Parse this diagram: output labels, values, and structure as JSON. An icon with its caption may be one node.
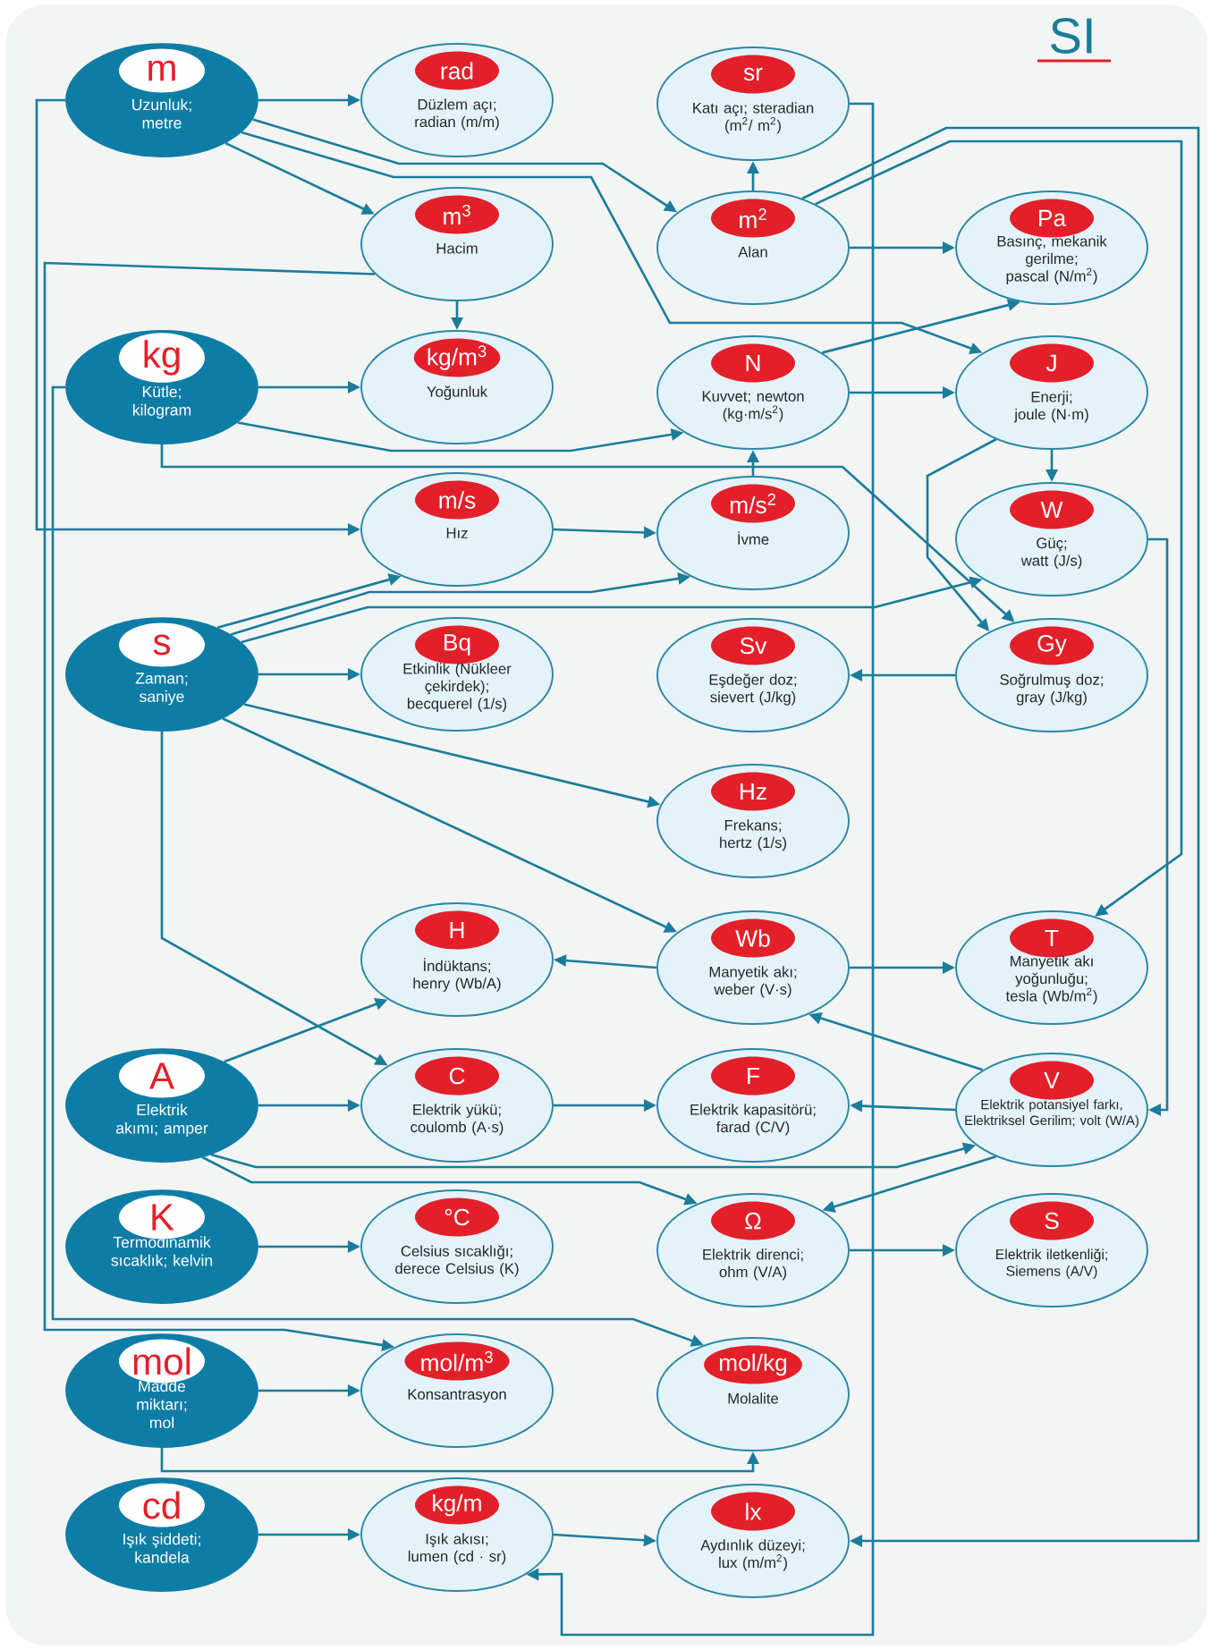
{
  "diagram": {
    "title": "SI",
    "nodes": [
      {
        "text": [
          "m",
          "Uzunluk; metre"
        ]
      },
      {
        "text": [
          "rad",
          "Düzlem açı; radian (m/m)"
        ]
      },
      {
        "text": [
          "sr",
          "Katı açı; steradian (m$^{2}$/ m$^{2}$)"
        ]
      },
      {
        "text": [
          "m$^{3}$",
          "Hacim"
        ]
      },
      {
        "text": [
          "m$^{2}$",
          "Alan"
        ]
      },
      {
        "text": [
          "Pa",
          "Basınç, mekanik gerilme; pascal (N/m$^{2}$)"
        ]
      },
      {
        "text": [
          "kg",
          "Kütle; kilogram"
        ]
      },
      {
        "text": [
          "kg/m$^{3}$",
          "Yoğunluk"
        ]
      },
      {
        "text": [
          "N",
          "Kuvvet; newton (kg·m/s$^{2}$)"
        ]
      },
      {
        "text": [
          "J",
          "Enerji; joule (N·m)"
        ]
      },
      {
        "text": [
          "m/s",
          "Hız"
        ]
      },
      {
        "text": [
          "m/s$^{2}$",
          "İvme"
        ]
      },
      {
        "text": [
          "W",
          "Güç; watt (J/s)"
        ]
      },
      {
        "text": [
          "s",
          "Zaman; saniye"
        ]
      },
      {
        "text": [
          "Bq",
          "Etkinlik (Nükleer çekirdek); becquerel (1/s)"
        ]
      },
      {
        "text": [
          "Sv",
          "Eşdeğer doz; sievert (J/kg)"
        ]
      },
      {
        "text": [
          "Gy",
          "Soğrulmuş doz; gray (J/kg)"
        ]
      },
      {
        "text": [
          "Hz",
          "Frekans; hertz (1/s)"
        ]
      },
      {
        "text": [
          "H",
          "İndüktans; henry (Wb/A)"
        ]
      },
      {
        "text": [
          "Wb",
          "Manyetik akı; weber (V·s)"
        ]
      },
      {
        "text": [
          "T",
          "Manyetik akı yoğunluğu; tesla (Wb/m$^{2}$)"
        ]
      },
      {
        "text": [
          "A",
          "Elektrik akımı; amper"
        ]
      },
      {
        "text": [
          "C",
          "Elektrik yükü; coulomb (A·s)"
        ]
      },
      {
        "text": [
          "F",
          "Elektrik kapasitörü; farad (C/V)"
        ]
      },
      {
        "text": [
          "V",
          "Elektrik potansiyel farkı, Elektriksel Gerilim; volt (W/A)"
        ]
      },
      {
        "text": [
          "K",
          "Termodinamik sıcaklık; kelvin"
        ]
      },
      {
        "text": [
          "°C",
          "Celsius sıcaklığı; derece Celsius (K)"
        ]
      },
      {
        "text": [
          "Ω",
          "Elektrik direnci; ohm (V/A)"
        ]
      },
      {
        "text": [
          "S",
          "Elektrik iletkenliği; Siemens (A/V)"
        ]
      },
      {
        "text": [
          "mol",
          "Madde miktarı; mol"
        ]
      },
      {
        "text": [
          "mol/m$^{3}$",
          "Konsantrasyon"
        ]
      },
      {
        "text": [
          "mol/kg",
          "Molalite"
        ]
      },
      {
        "text": [
          "cd",
          "Işık şiddeti; kandela"
        ]
      },
      {
        "text": [
          "kg/m",
          "Işık akısı; lumen (cd · sr)"
        ]
      },
      {
        "text": [
          "lx",
          "Aydınlık düzeyi; lux (m/m$^{2}$)"
        ]
      }
    ],
    "edges": [
      {
        "from": 0,
        "to": 1,
        "arrow": "to"
      },
      {
        "from": 0,
        "to": 3,
        "arrow": "to"
      },
      {
        "from": 0,
        "to": 4,
        "arrow": "to"
      },
      {
        "from": 0,
        "to": 9,
        "arrow": "to"
      },
      {
        "from": 0,
        "to": 10,
        "arrow": "to"
      },
      {
        "from": 3,
        "to": 7,
        "arrow": "to"
      },
      {
        "from": 3,
        "to": 30,
        "arrow": "to"
      },
      {
        "from": 6,
        "to": 7,
        "arrow": "to"
      },
      {
        "from": 6,
        "to": 8,
        "arrow": "to"
      },
      {
        "from": 6,
        "to": 16,
        "arrow": "to"
      },
      {
        "from": 4,
        "to": 2,
        "arrow": "to"
      },
      {
        "from": 4,
        "to": 5,
        "arrow": "to"
      },
      {
        "from": 4,
        "to": 20,
        "arrow": "to"
      },
      {
        "from": 4,
        "to": 34,
        "arrow": "to"
      },
      {
        "from": 8,
        "to": 5,
        "arrow": "to"
      },
      {
        "from": 8,
        "to": 9,
        "arrow": "to"
      },
      {
        "from": 11,
        "to": 8,
        "arrow": "to"
      },
      {
        "from": 10,
        "to": 11,
        "arrow": "to"
      },
      {
        "from": 13,
        "to": 10,
        "arrow": "to"
      },
      {
        "from": 13,
        "to": 11,
        "arrow": "to"
      },
      {
        "from": 13,
        "to": 12,
        "arrow": "to"
      },
      {
        "from": 13,
        "to": 14,
        "arrow": "to"
      },
      {
        "from": 13,
        "to": 17,
        "arrow": "to"
      },
      {
        "from": 13,
        "to": 19,
        "arrow": "to"
      },
      {
        "from": 13,
        "to": 22,
        "arrow": "to"
      },
      {
        "from": 9,
        "to": 12,
        "arrow": "to"
      },
      {
        "from": 9,
        "to": 16,
        "arrow": "to"
      },
      {
        "from": 16,
        "to": 15,
        "arrow": "to"
      },
      {
        "from": 12,
        "to": 24,
        "arrow": "to"
      },
      {
        "from": 19,
        "to": 18,
        "arrow": "to"
      },
      {
        "from": 19,
        "to": 20,
        "arrow": "to"
      },
      {
        "from": 24,
        "to": 19,
        "arrow": "to"
      },
      {
        "from": 24,
        "to": 23,
        "arrow": "to"
      },
      {
        "from": 24,
        "to": 27,
        "arrow": "to"
      },
      {
        "from": 22,
        "to": 23,
        "arrow": "to"
      },
      {
        "from": 21,
        "to": 22,
        "arrow": "to"
      },
      {
        "from": 21,
        "to": 18,
        "arrow": "to"
      },
      {
        "from": 21,
        "to": 24,
        "arrow": "to"
      },
      {
        "from": 21,
        "to": 27,
        "arrow": "to"
      },
      {
        "from": 25,
        "to": 26,
        "arrow": "to"
      },
      {
        "from": 27,
        "to": 28,
        "arrow": "to"
      },
      {
        "from": 6,
        "to": 31,
        "arrow": "to"
      },
      {
        "from": 29,
        "to": 30,
        "arrow": "to"
      },
      {
        "from": 29,
        "to": 31,
        "arrow": "to"
      },
      {
        "from": 32,
        "to": 33,
        "arrow": "to"
      },
      {
        "from": 33,
        "to": 34,
        "arrow": "to"
      },
      {
        "from": 2,
        "to": 33,
        "arrow": "to"
      }
    ]
  }
}
